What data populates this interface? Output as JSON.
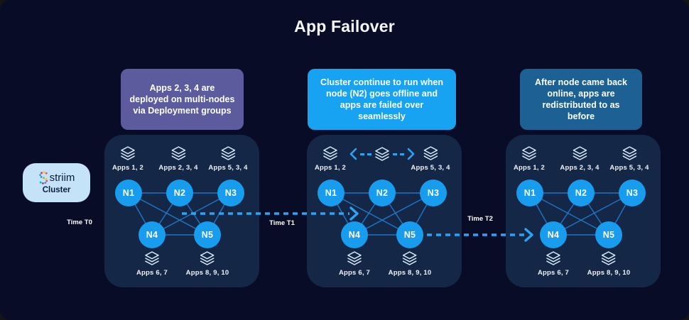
{
  "title": "App Failover",
  "brand": {
    "name": "striim",
    "cluster_label": "Cluster"
  },
  "timeline": {
    "t0": "Time T0",
    "t1": "Time T1",
    "t2": "Time T2"
  },
  "callouts": [
    {
      "text": "Apps 2, 3, 4 are deployed on multi-nodes via Deployment groups",
      "bg": "#5b5b9d"
    },
    {
      "text": "Cluster continue to run when node (N2) goes offline and apps are failed over seamlessly",
      "bg": "#18a2f2"
    },
    {
      "text": "After node came back online, apps are redistributed to as before",
      "bg": "#1d6093"
    }
  ],
  "panels": [
    {
      "stage": "Time T0",
      "top_apps": [
        "Apps 1, 2",
        "Apps 2, 3, 4",
        "Apps 5, 3, 4"
      ],
      "nodes": [
        "N1",
        "N2",
        "N3",
        "N4",
        "N5"
      ],
      "bottom_apps": [
        "Apps 6, 7",
        "Apps 8, 9, 10"
      ]
    },
    {
      "stage": "Time T1",
      "top_apps": [
        "Apps 1, 2",
        "",
        "Apps 5, 3, 4"
      ],
      "nodes": [
        "N1",
        "N2",
        "N3",
        "N4",
        "N5"
      ],
      "bottom_apps": [
        "Apps 6, 7",
        "Apps 8, 9, 10"
      ]
    },
    {
      "stage": "Time T2",
      "top_apps": [
        "Apps 1, 2",
        "Apps 2, 3, 4",
        "Apps 5, 3, 4"
      ],
      "nodes": [
        "N1",
        "N2",
        "N3",
        "N4",
        "N5"
      ],
      "bottom_apps": [
        "Apps 6, 7",
        "Apps 8, 9, 10"
      ]
    }
  ],
  "icons": {
    "app_group": "layers-icon",
    "failover_arrow": "dashed-chevron-arrow",
    "brand_logo": "striim-dotted-s-icon"
  },
  "colors": {
    "background": "#090c26",
    "panel": "#142747",
    "node": "#189ced",
    "mesh_line": "#1e7fd6",
    "failover_arrow": "#2aa5f5",
    "callout_deploy": "#5b5b9d",
    "callout_failover": "#18a2f2",
    "callout_restore": "#1d6093",
    "badge": "#c4e3f9",
    "text_light": "#ffffff"
  }
}
